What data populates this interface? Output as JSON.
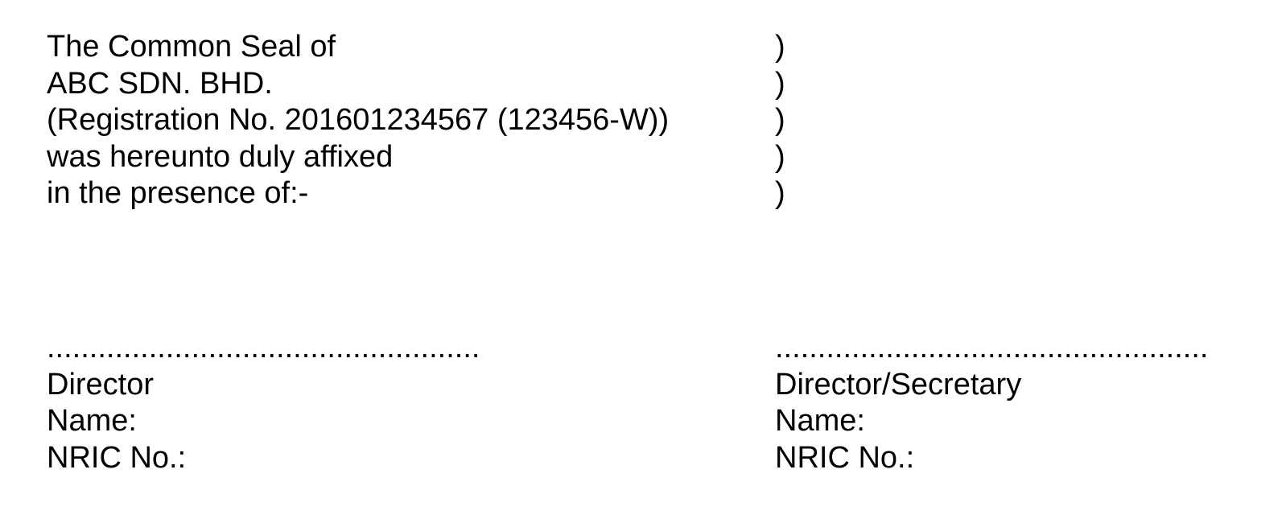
{
  "attestation": {
    "lines": [
      "The Common Seal of",
      "ABC SDN. BHD.",
      "(Registration No. 201601234567 (123456-W))",
      "was hereunto duly affixed",
      "in the presence of:-"
    ],
    "bracket": ")"
  },
  "signatories": [
    {
      "dotted_line": "...................................................",
      "title": "Director",
      "name_label": "Name:",
      "nric_label": "NRIC No.:"
    },
    {
      "dotted_line": "...................................................",
      "title": "Director/Secretary",
      "name_label": "Name:",
      "nric_label": "NRIC No.:"
    }
  ],
  "colors": {
    "text": "#000000",
    "background": "#ffffff"
  }
}
